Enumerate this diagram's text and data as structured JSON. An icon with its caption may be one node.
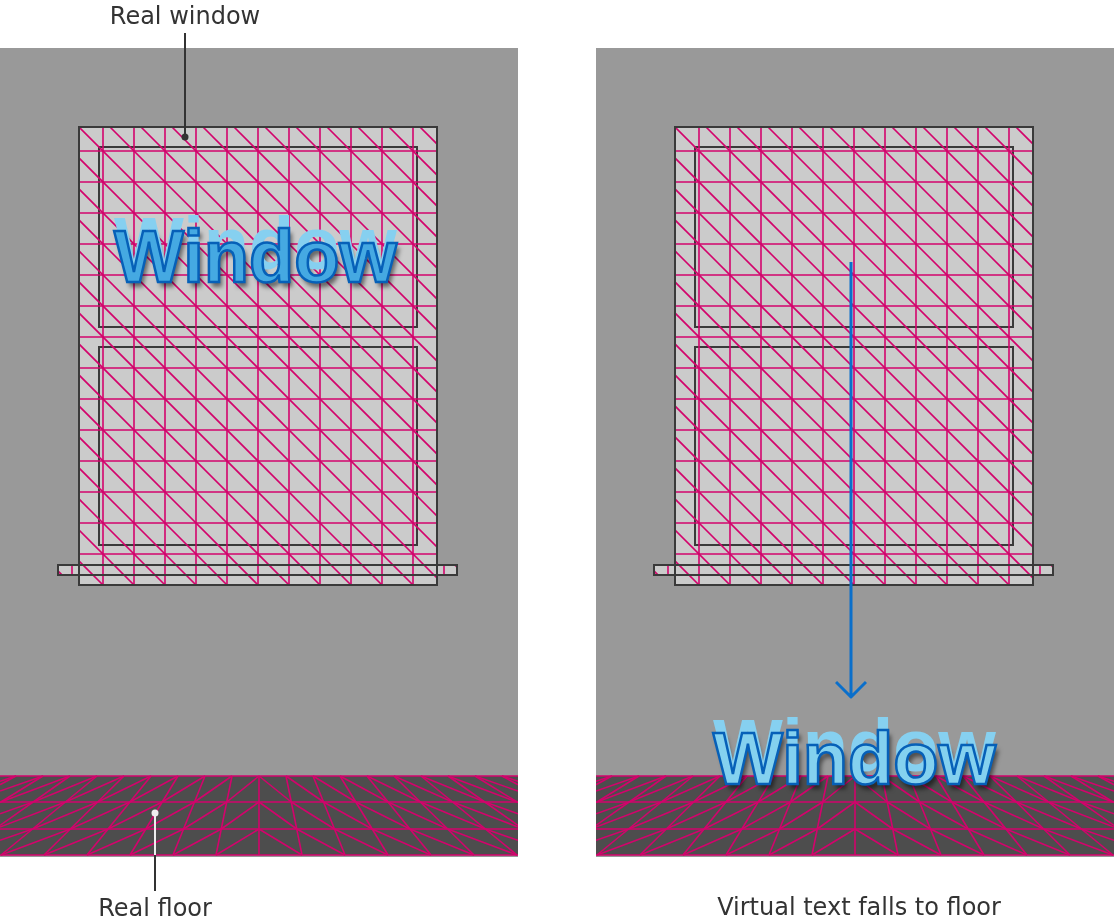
{
  "diagram": {
    "nodes": [
      {
        "text": [
          "Real window"
        ]
      },
      {
        "text": [],
        "shape": "picture"
      },
      {
        "text": [
          "Real floor"
        ]
      },
      {
        "text": [],
        "shape": "picture"
      }
    ],
    "edges": [
      {
        "from": 0,
        "to": 1,
        "arrow": "other"
      },
      {
        "from": 2,
        "to": 3,
        "arrow": "other"
      }
    ],
    "labels": [
      "Window",
      "Window",
      "Virtual text falls to floor"
    ]
  }
}
